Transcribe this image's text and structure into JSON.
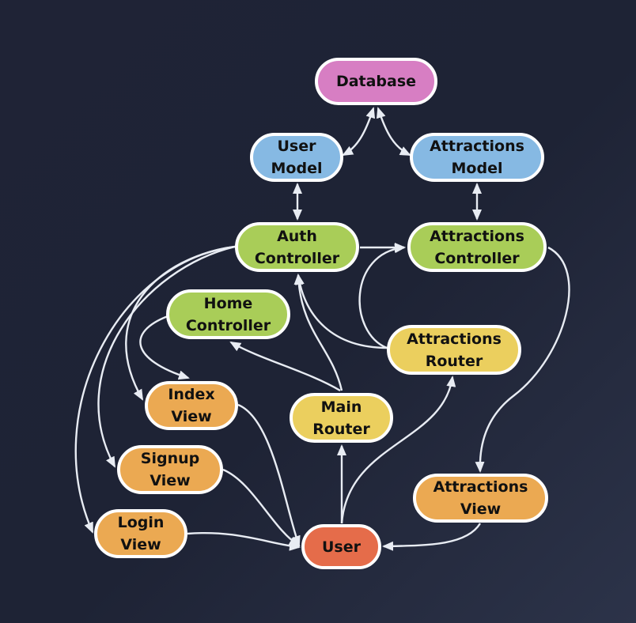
{
  "colors": {
    "database": "#d77ec3",
    "model": "#86b9e3",
    "controller": "#a9cd58",
    "router": "#ebcf5e",
    "view": "#eba952",
    "user": "#e56c4a",
    "edge": "#e8ecf3"
  },
  "nodes": {
    "database": "Database",
    "user_model": "User\nModel",
    "attractions_model": "Attractions\nModel",
    "auth_controller": "Auth\nController",
    "attractions_controller": "Attractions\nController",
    "home_controller": "Home\nController",
    "attractions_router": "Attractions\nRouter",
    "index_view": "Index\nView",
    "main_router": "Main\nRouter",
    "signup_view": "Signup\nView",
    "attractions_view": "Attractions\nView",
    "login_view": "Login\nView",
    "user": "User"
  }
}
